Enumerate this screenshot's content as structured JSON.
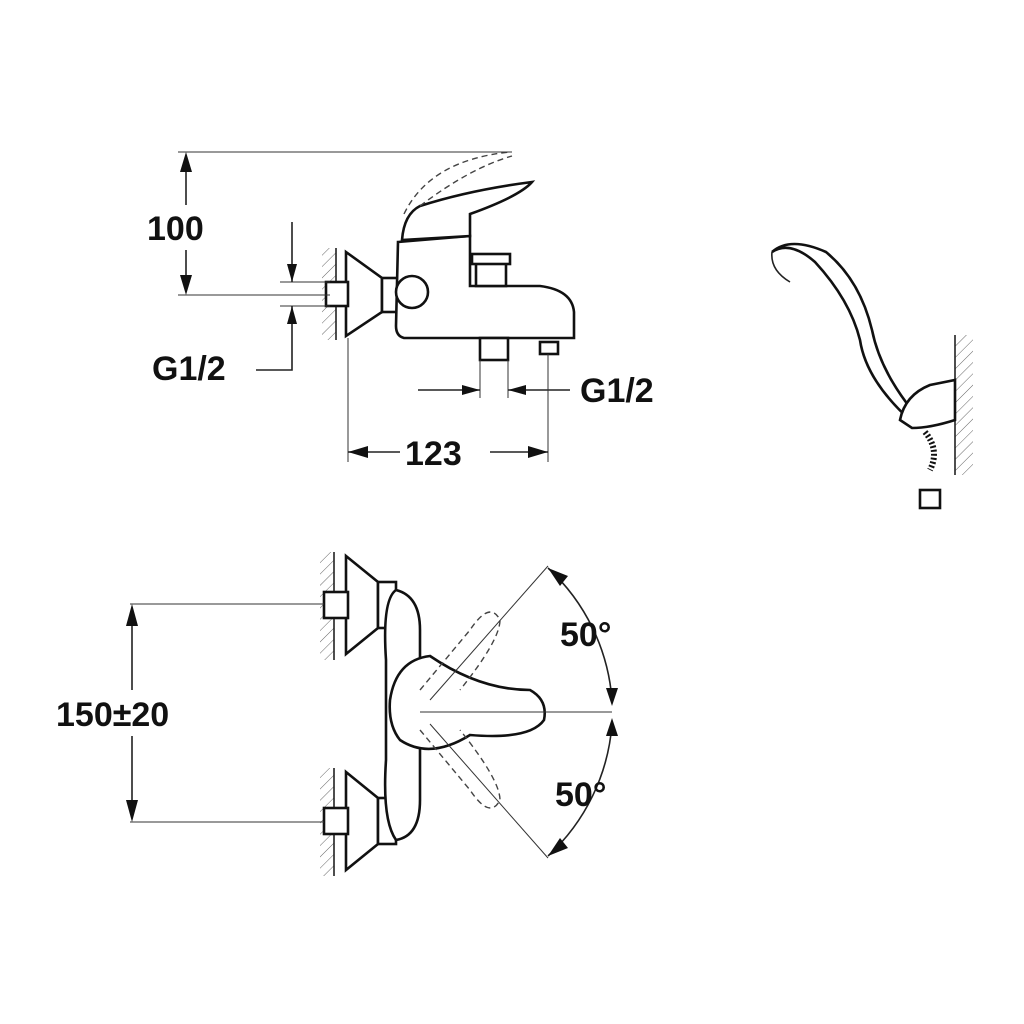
{
  "diagram": {
    "title": "Bath mixer technical drawing",
    "dimensions": {
      "height": "100",
      "inlet_thread": "G1/2",
      "outlet_thread": "G1/2",
      "projection": "123",
      "center_distance": "150±20",
      "lever_angle_up": "50°",
      "lever_angle_down": "50°"
    }
  }
}
